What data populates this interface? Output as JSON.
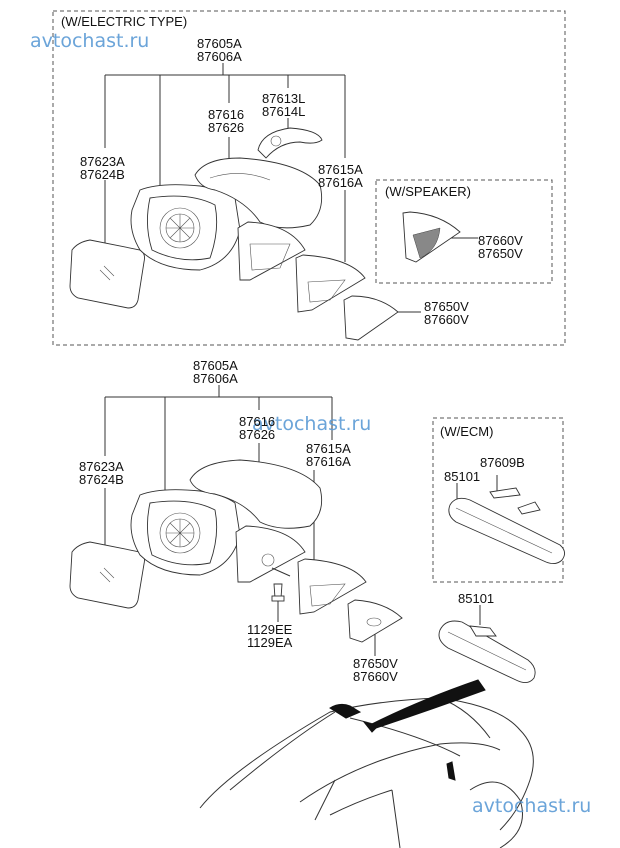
{
  "watermark": {
    "text": "avtochast.ru",
    "color": "#5b9bd5"
  },
  "groups": {
    "electric_type": {
      "title": "(W/ELECTRIC TYPE)"
    },
    "speaker": {
      "title": "(W/SPEAKER)"
    },
    "ecm": {
      "title": "(W/ECM)"
    }
  },
  "labels": {
    "top_assembly": [
      "87605A",
      "87606A"
    ],
    "top_glass": [
      "87623A",
      "87624B"
    ],
    "top_cover": [
      "87616",
      "87626"
    ],
    "top_repeater": [
      "87613L",
      "87614L"
    ],
    "top_bracket": [
      "87615A",
      "87616A"
    ],
    "speaker_trim": [
      "87660V",
      "87650V"
    ],
    "top_triangle_trim": [
      "87650V",
      "87660V"
    ],
    "bot_assembly": [
      "87605A",
      "87606A"
    ],
    "bot_glass": [
      "87623A",
      "87624B"
    ],
    "bot_cover": [
      "87616",
      "87626"
    ],
    "bot_bracket": [
      "87615A",
      "87616A"
    ],
    "screw": [
      "1129EE",
      "1129EA"
    ],
    "bot_triangle_trim": [
      "87650V",
      "87660V"
    ],
    "ecm_bracket": [
      "87609B"
    ],
    "ecm_mirror": [
      "85101"
    ],
    "inside_mirror": [
      "85101"
    ]
  }
}
